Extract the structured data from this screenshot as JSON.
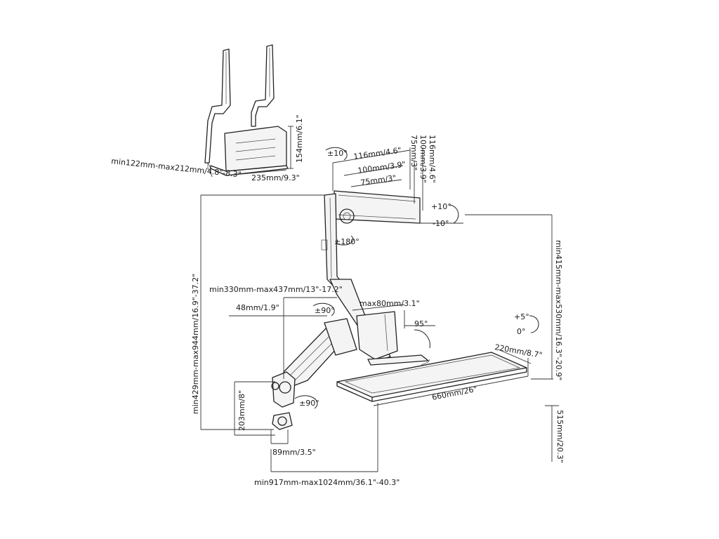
{
  "labels": {
    "cpu_width": "min122mm-max212mm/4.8\"-8.3\"",
    "cpu_depth": "235mm/9.3\"",
    "cpu_height": "154mm/6.1\"",
    "tilt_top": "±10°",
    "vesa_116_w": "116mm/4.6\"",
    "vesa_100_w": "100mm/3.9\"",
    "vesa_75_w": "75mm/3\"",
    "vesa_116_h": "116mm/4.6\"",
    "vesa_100_h": "100mm/3.9\"",
    "vesa_75_h": "75mm/3\"",
    "tilt_plus": "+10°",
    "tilt_minus": "-10°",
    "rotate": "±180°",
    "height_range": "min415mm-max530mm/16.3\"-20.9\"",
    "total_height": "min429mm-max944mm/16.9\"-37.2\"",
    "arm_reach": "min330mm-max437mm/13\"-17.2\"",
    "offset_48": "48mm/1.9\"",
    "swivel_mid": "±90°",
    "max80": "max80mm/3.1\"",
    "angle95": "95°",
    "kb_plus": "+5°",
    "kb_zero": "0°",
    "kb_depth": "220mm/8.7\"",
    "kb_width": "660mm/26\"",
    "mount_203": "203mm/8\"",
    "swivel_low": "±90°",
    "mount_89": "89mm/3.5\"",
    "total_reach": "min917mm-max1024mm/36.1\"-40.3\"",
    "below_515": "515mm/20.3\""
  }
}
